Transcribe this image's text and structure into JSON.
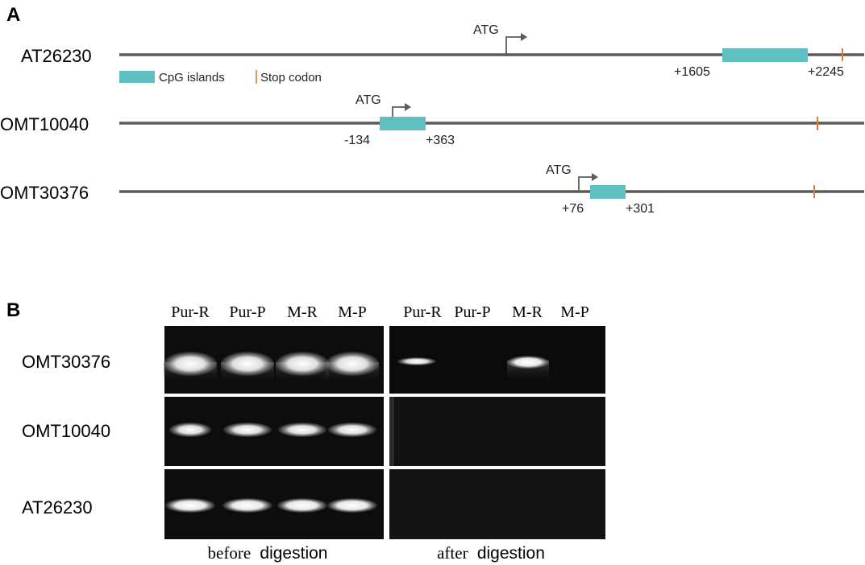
{
  "panel_a": {
    "label": "A",
    "genes": [
      {
        "name": "AT26230",
        "atg": "ATG",
        "cpg_start": "+1605",
        "cpg_end": "+2245"
      },
      {
        "name": "OMT10040",
        "atg": "ATG",
        "cpg_start": "-134",
        "cpg_end": "+363"
      },
      {
        "name": "OMT30376",
        "atg": "ATG",
        "cpg_start": "+76",
        "cpg_end": "+301"
      }
    ],
    "legend": {
      "cpg": "CpG islands",
      "stop": "Stop codon"
    }
  },
  "panel_b": {
    "label": "B",
    "lanes_before": [
      "Pur-R",
      "Pur-P",
      "M-R",
      "M-P"
    ],
    "lanes_after": [
      "Pur-R",
      "Pur-P",
      "M-R",
      "M-P"
    ],
    "rows": [
      "OMT30376",
      "OMT10040",
      "AT26230"
    ],
    "caption_before": {
      "pre": "before",
      "word": "digestion"
    },
    "caption_after": {
      "pre": "after",
      "word": "digestion"
    },
    "band_presence": {
      "before": [
        [
          1,
          1,
          1,
          1
        ],
        [
          1,
          1,
          1,
          1
        ],
        [
          1,
          1,
          1,
          1
        ]
      ],
      "after": [
        [
          1,
          0,
          1,
          0
        ],
        [
          0,
          0,
          0,
          0
        ],
        [
          0,
          0,
          0,
          0
        ]
      ]
    }
  },
  "colors": {
    "line": "#5f5a55",
    "cpg": "#5fc0c2",
    "stop": "#e07a3a",
    "gel": "#0d0d0d",
    "band": "#ffffff"
  }
}
